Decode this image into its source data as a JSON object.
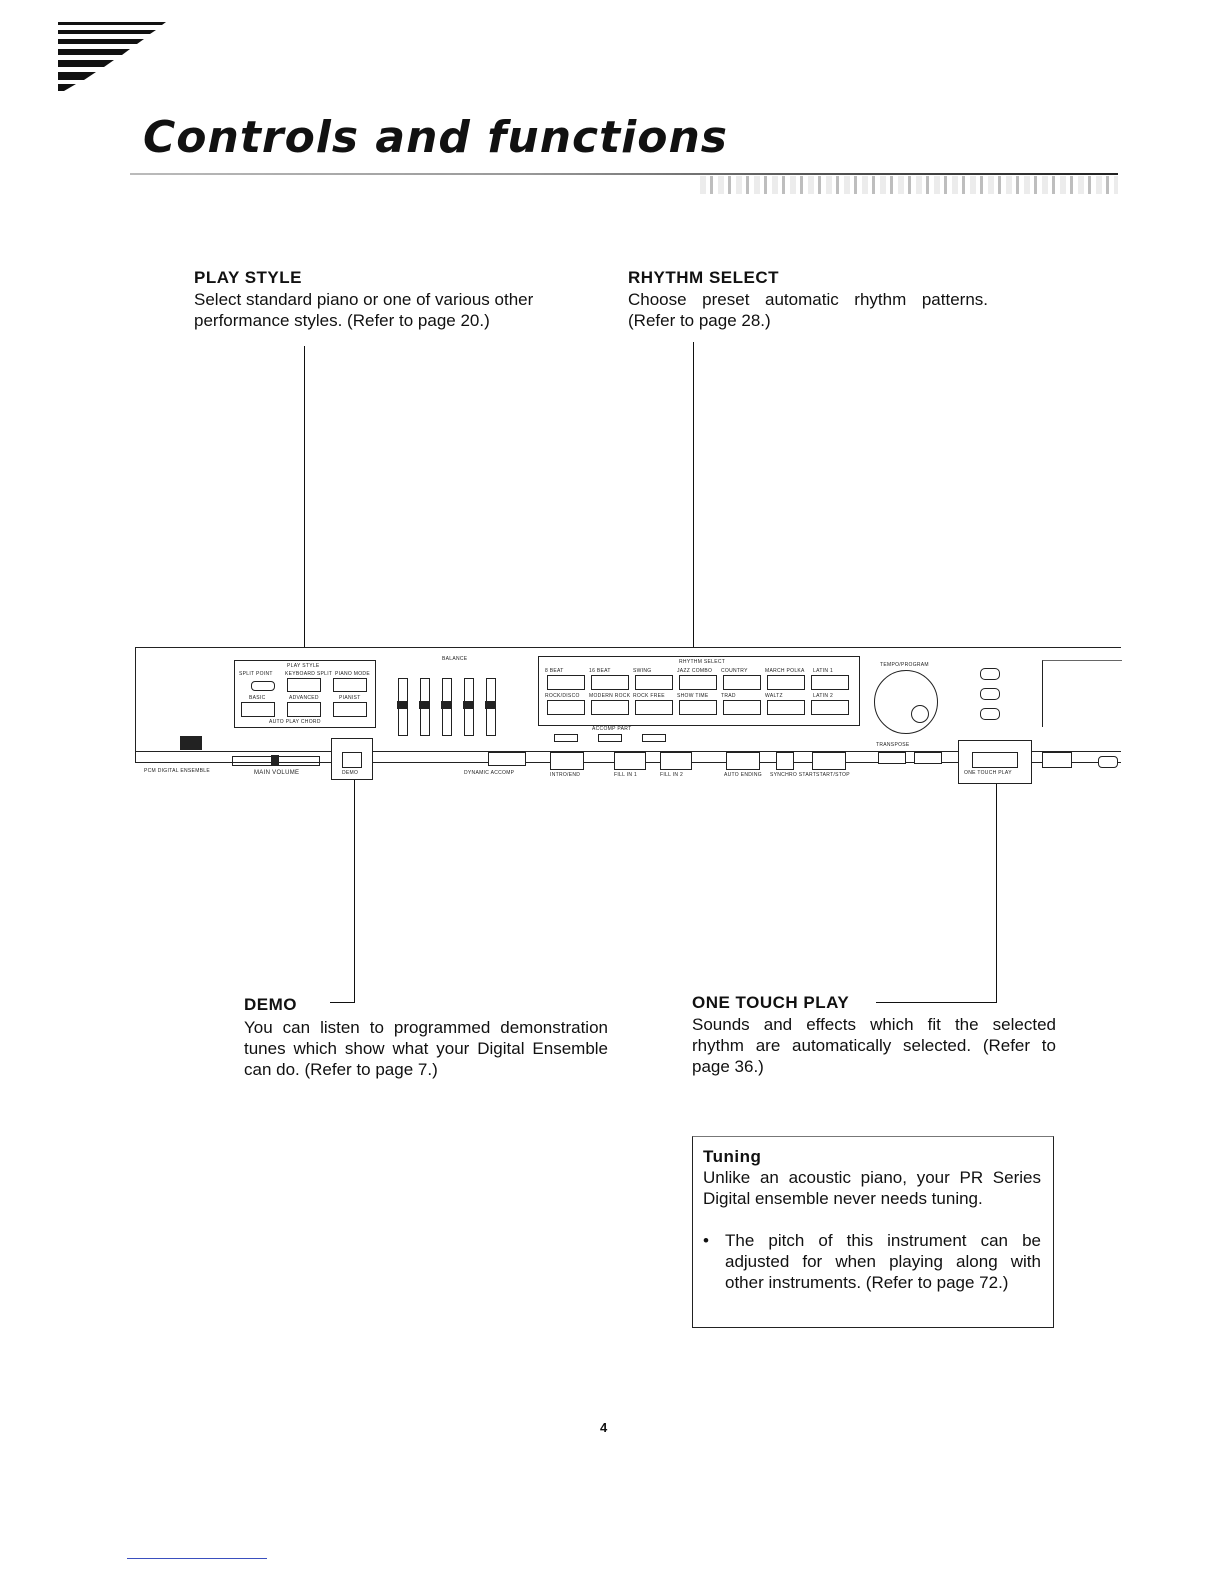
{
  "page": {
    "title": "Controls and functions",
    "page_number": "4"
  },
  "play_style": {
    "heading": "PLAY STYLE",
    "description": "Select standard piano or one of various other performance styles. (Refer to page 20.)"
  },
  "rhythm_select": {
    "heading": "RHYTHM SELECT",
    "description": "Choose preset automatic rhythm patterns. (Refer to page 28.)"
  },
  "demo": {
    "heading": "DEMO",
    "description": "You can listen to programmed demonstration tunes which show what your Digital Ensemble can do. (Refer to page 7.)"
  },
  "one_touch_play": {
    "heading": "ONE TOUCH PLAY",
    "description": "Sounds and effects which fit the selected rhythm are automatically selected. (Refer to page 36.)"
  },
  "tuning": {
    "heading": "Tuning",
    "text": "Unlike an acoustic piano, your PR Series Digital ensemble never needs tuning.",
    "bullet": "The pitch of this instrument can be adjusted for when playing along with other instruments. (Refer to page 72.)"
  },
  "panel": {
    "model_label": "PCM DIGITAL ENSEMBLE",
    "play_style_label": "PLAY STYLE",
    "play_style_buttons": [
      "SPLIT POINT",
      "KEYBOARD SPLIT",
      "PIANO MODE",
      "BASIC",
      "ADVANCED",
      "PIANIST"
    ],
    "auto_play_chord": "AUTO PLAY CHORD",
    "balance_label": "BALANCE",
    "rhythm_select_label": "RHYTHM SELECT",
    "rhythm_top": [
      "8 BEAT",
      "16 BEAT",
      "SWING",
      "JAZZ COMBO",
      "COUNTRY",
      "MARCH POLKA",
      "LATIN 1"
    ],
    "rhythm_bottom": [
      "ROCK/DISCO",
      "MODERN ROCK",
      "ROCK FREE",
      "SHOW TIME",
      "TRAD",
      "WALTZ",
      "LATIN 2"
    ],
    "accomp_part": "ACCOMP PART",
    "tempo_program": "TEMPO/PROGRAM",
    "transpose": "TRANSPOSE",
    "main_volume": "MAIN VOLUME",
    "demo_button": "DEMO",
    "dynamic_accomp": "DYNAMIC ACCOMP",
    "intro_end": "INTRO/END",
    "fill_in_1": "FILL IN 1",
    "fill_in_2": "FILL IN 2",
    "auto_ending": "AUTO ENDING",
    "synchro_start": "SYNCHRO START",
    "start_stop": "START/STOP",
    "one_touch_play_button": "ONE TOUCH PLAY"
  }
}
